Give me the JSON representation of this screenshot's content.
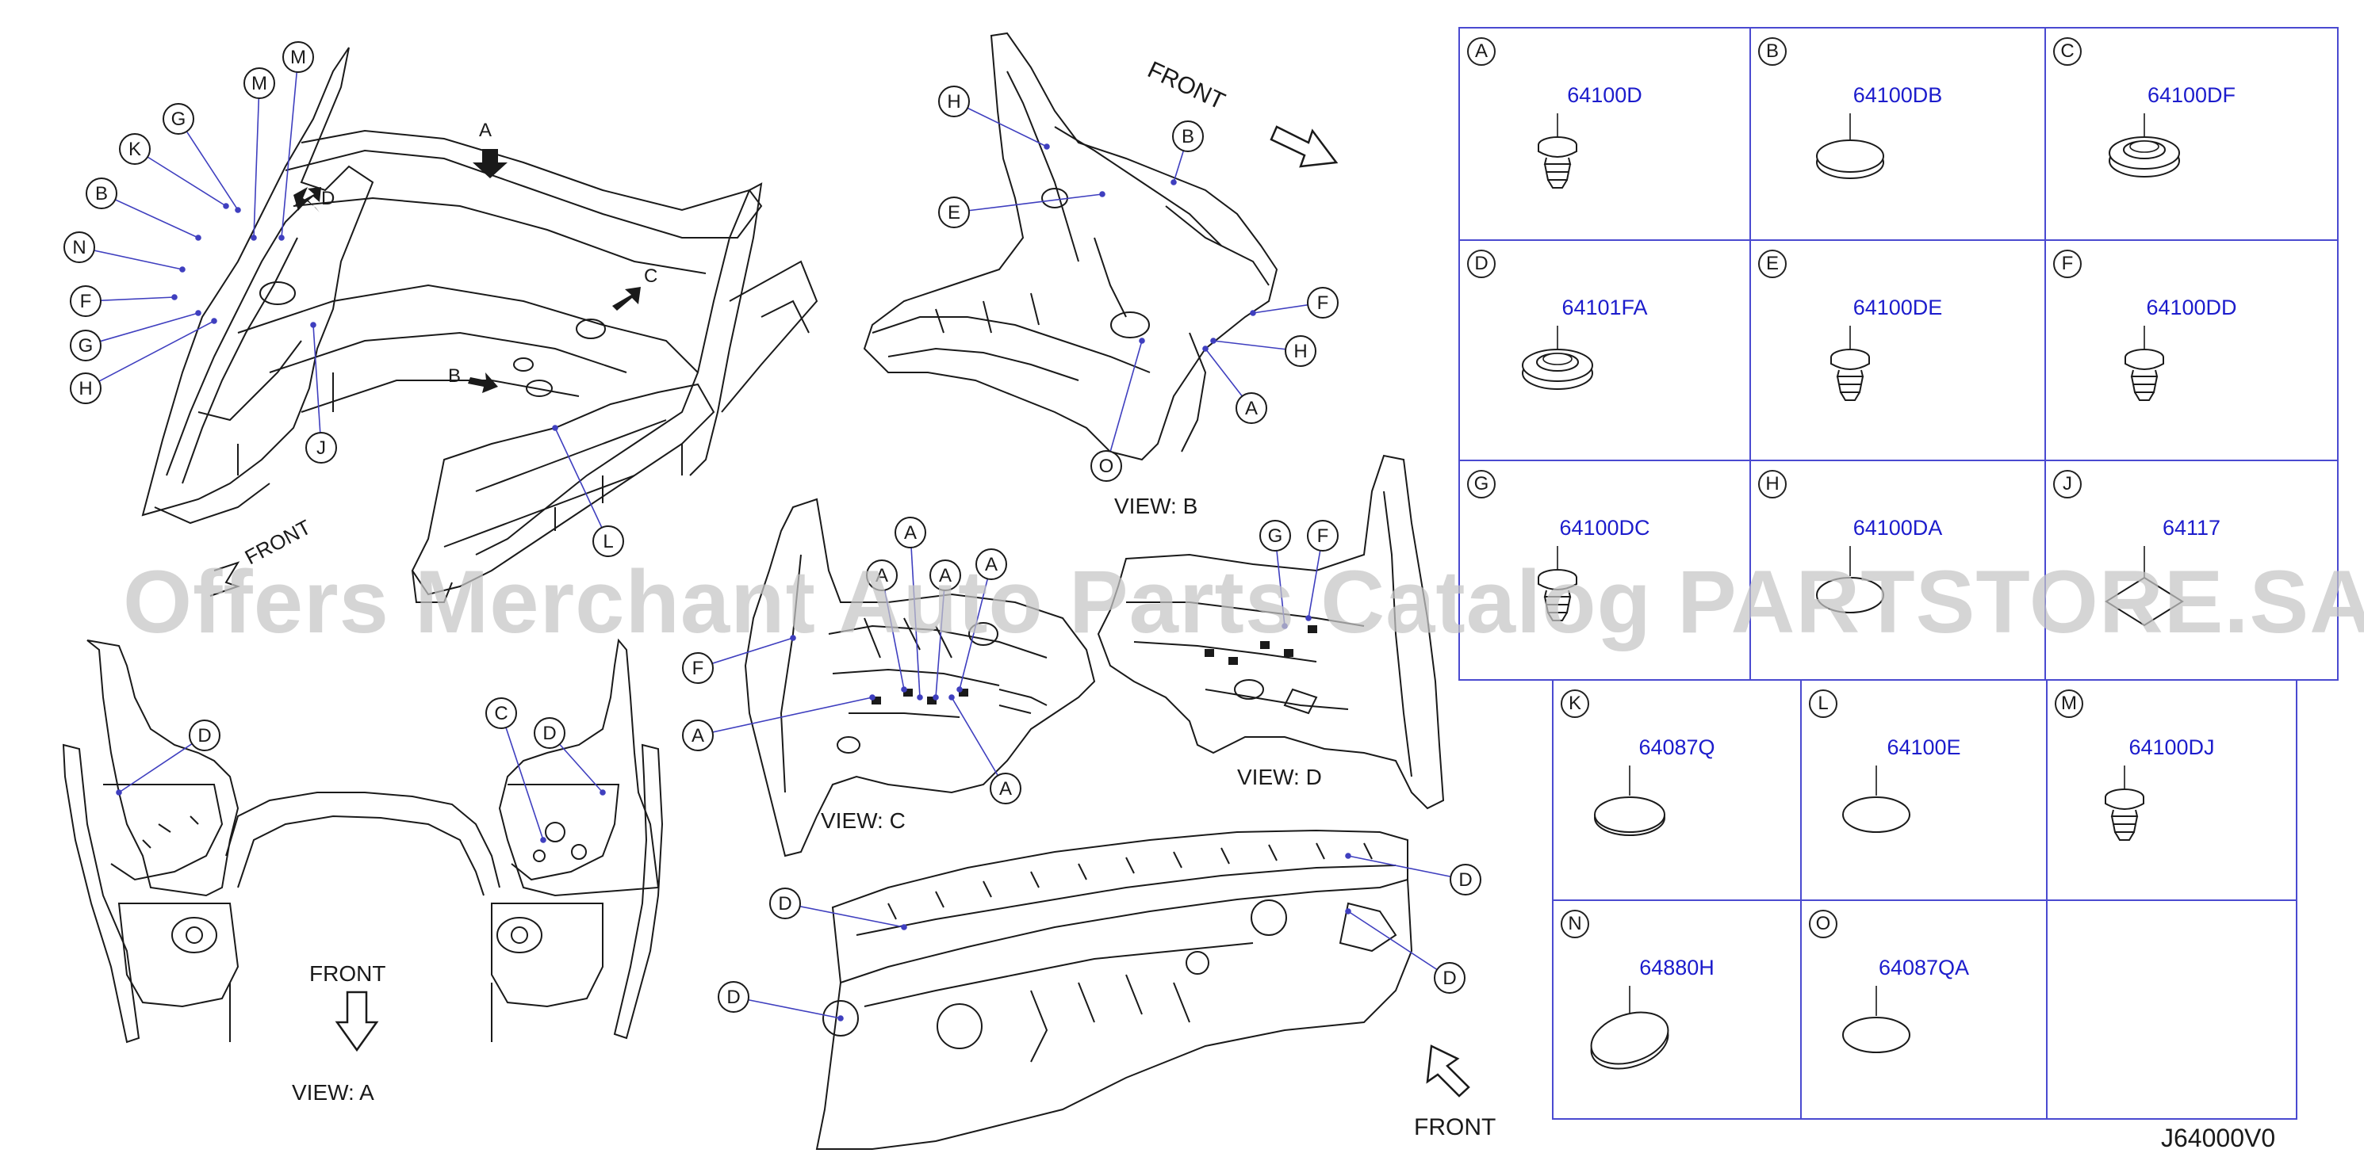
{
  "watermark": "Offers Merchant Auto Parts Catalog PARTSTORE.SA",
  "diagram_id": "J64000V0",
  "direction_label": "FRONT",
  "views": {
    "a": "VIEW:   A",
    "b": "VIEW:   B",
    "c": "VIEW:   C",
    "d": "VIEW:   D"
  },
  "callout_letters": [
    "A",
    "B",
    "C",
    "D",
    "E",
    "F",
    "G",
    "H",
    "J",
    "K",
    "L",
    "M",
    "N",
    "O"
  ],
  "parts": [
    {
      "letter": "A",
      "code": "64100D"
    },
    {
      "letter": "B",
      "code": "64100DB"
    },
    {
      "letter": "C",
      "code": "64100DF"
    },
    {
      "letter": "D",
      "code": "64101FA"
    },
    {
      "letter": "E",
      "code": "64100DE"
    },
    {
      "letter": "F",
      "code": "64100DD"
    },
    {
      "letter": "G",
      "code": "64100DC"
    },
    {
      "letter": "H",
      "code": "64100DA"
    },
    {
      "letter": "J",
      "code": "64117"
    },
    {
      "letter": "K",
      "code": "64087Q"
    },
    {
      "letter": "L",
      "code": "64100E"
    },
    {
      "letter": "M",
      "code": "64100DJ"
    },
    {
      "letter": "N",
      "code": "64880H"
    },
    {
      "letter": "O",
      "code": "64087QA"
    }
  ],
  "colors": {
    "line": "#1a1a1a",
    "part_code": "#1c1ccc",
    "grid": "#4a4ad0",
    "watermark": "#c6c6c6"
  }
}
